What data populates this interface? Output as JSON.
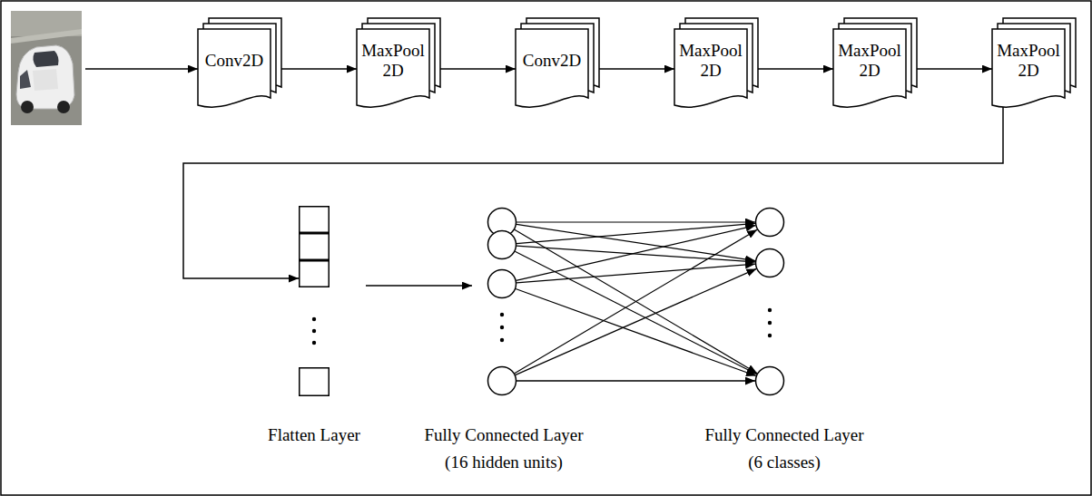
{
  "diagram": {
    "nodes": [
      {
        "text": [
          "Conv2D"
        ]
      },
      {
        "text": [
          "MaxPool 2D"
        ]
      },
      {
        "text": [
          "Conv2D"
        ]
      },
      {
        "text": [
          "MaxPool 2D"
        ]
      },
      {
        "text": [
          "MaxPool 2D"
        ]
      },
      {
        "text": [
          "MaxPool 2D"
        ]
      },
      {
        "text": [
          "Flatten Layer"
        ]
      },
      {
        "text": [
          "Fully Connected Layer (16 hidden units)"
        ]
      },
      {
        "text": [
          "Fully Connected Layer (6 classes)"
        ]
      }
    ],
    "edges": [
      {
        "from": 0,
        "to": 1,
        "arrow": "to"
      },
      {
        "from": 1,
        "to": 2,
        "arrow": "to"
      },
      {
        "from": 2,
        "to": 3,
        "arrow": "to"
      },
      {
        "from": 3,
        "to": 4,
        "arrow": "to"
      },
      {
        "from": 4,
        "to": 5,
        "arrow": "to"
      },
      {
        "from": 5,
        "to": 6,
        "arrow": "to"
      },
      {
        "from": 6,
        "to": 7,
        "arrow": "to"
      },
      {
        "from": 7,
        "to": 8,
        "arrow": "to"
      }
    ]
  }
}
